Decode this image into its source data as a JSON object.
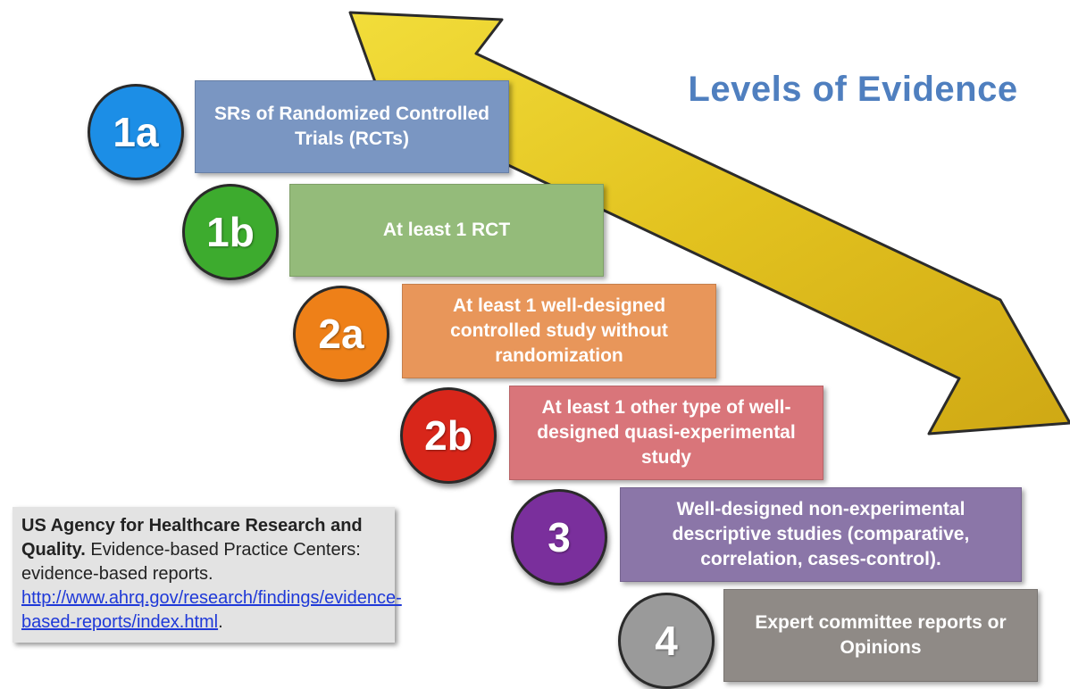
{
  "title": "Levels of Evidence",
  "levels": [
    {
      "badge": "1a",
      "text": "SRs of Randomized Controlled Trials (RCTs)",
      "color": "#7a96c2",
      "badge_color": "#1c8ee6"
    },
    {
      "badge": "1b",
      "text": "At least 1 RCT",
      "color": "#94bb7a",
      "badge_color": "#3dab2e"
    },
    {
      "badge": "2a",
      "text": "At least 1 well-designed controlled study without randomization",
      "color": "#e8965a",
      "badge_color": "#ee8018"
    },
    {
      "badge": "2b",
      "text": "At least 1 other type of well-designed quasi-experimental study",
      "color": "#d9757a",
      "badge_color": "#d8261a"
    },
    {
      "badge": "3",
      "text": "Well-designed non-experimental descriptive studies (comparative, correlation, cases-control).",
      "color": "#8b76a8",
      "badge_color": "#7a2f9c"
    },
    {
      "badge": "4",
      "text": "Expert committee reports or Opinions",
      "color": "#8f8a86",
      "badge_color": "#9a9a9a"
    }
  ],
  "reference": {
    "org": "US Agency for Healthcare Research and Quality.",
    "text": " Evidence-based Practice Centers: evidence-based reports.",
    "link": "http://www.ahrq.gov/research/findings/evidence-based-reports/index.html",
    "tail": "."
  },
  "arrow_color": "#e2c21f"
}
